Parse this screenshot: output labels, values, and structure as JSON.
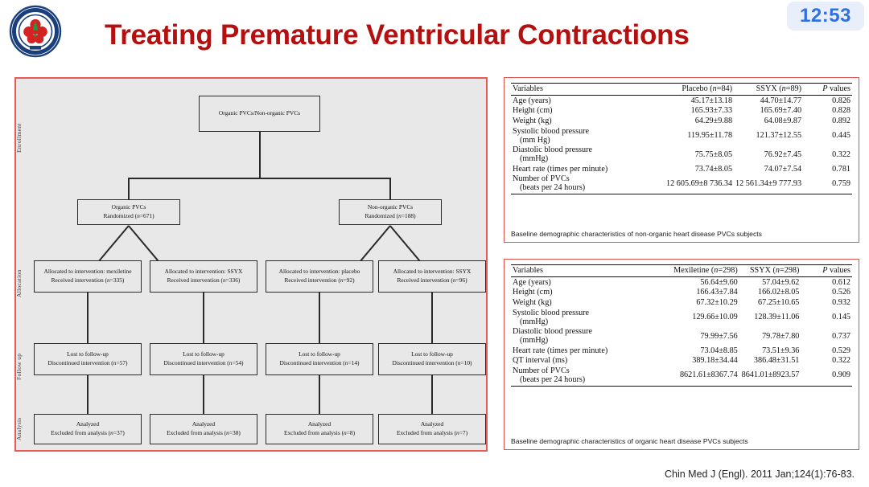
{
  "header": {
    "title": "Treating Premature Ventricular Contractions",
    "clock": "12:53",
    "logo_name": "university-seal-logo"
  },
  "citation": "Chin Med J (Engl). 2011 Jan;124(1):76-83.",
  "flowchart": {
    "stages": [
      "Enrollment",
      "Allocation",
      "Follow up",
      "Analysis"
    ],
    "nodes": {
      "root": {
        "line1": "Organic PVCs/Non-organic PVCs",
        "line2": ""
      },
      "rand_left": {
        "line1": "Organic PVCs",
        "line2": "Randomized (n=671)"
      },
      "rand_right": {
        "line1": "Non-organic PVCs",
        "line2": "Randomized (n=188)"
      },
      "alloc": [
        {
          "line1": "Allocated to intervention: mexiletine",
          "line2": "Received intervention (n=335)"
        },
        {
          "line1": "Allocated to intervention: SSYX",
          "line2": "Received intervention (n=336)"
        },
        {
          "line1": "Allocated to intervention: placebo",
          "line2": "Received intervention (n=92)"
        },
        {
          "line1": "Allocated to intervention: SSYX",
          "line2": "Received intervention (n=96)"
        }
      ],
      "followup": [
        {
          "line1": "Lost to follow-up",
          "line2": "Discontinued intervention (n=57)"
        },
        {
          "line1": "Lost to follow-up",
          "line2": "Discontinued intervention (n=54)"
        },
        {
          "line1": "Lost to follow-up",
          "line2": "Discontinued intervention (n=14)"
        },
        {
          "line1": "Lost to follow-up",
          "line2": "Discontinued intervention (n=10)"
        }
      ],
      "analysis": [
        {
          "line1": "Analyzed",
          "line2": "Excluded from analysis (n=37)"
        },
        {
          "line1": "Analyzed",
          "line2": "Excluded from analysis (n=38)"
        },
        {
          "line1": "Analyzed",
          "line2": "Excluded from analysis (n=8)"
        },
        {
          "line1": "Analyzed",
          "line2": "Excluded from analysis (n=7)"
        }
      ]
    }
  },
  "table1": {
    "caption": "Baseline demographic characteristics of non-organic heart disease PVCs subjects",
    "headers": [
      "Variables",
      "Placebo (n=84)",
      "SSYX (n=89)",
      "P values"
    ],
    "rows": [
      {
        "variable": "Age (years)",
        "sub": "",
        "c1": "45.17±13.18",
        "c2": "44.70±14.77",
        "p": "0.826"
      },
      {
        "variable": "Height (cm)",
        "sub": "",
        "c1": "165.93±7.33",
        "c2": "165.69±7.40",
        "p": "0.828"
      },
      {
        "variable": "Weight (kg)",
        "sub": "",
        "c1": "64.29±9.88",
        "c2": "64.08±9.87",
        "p": "0.892"
      },
      {
        "variable": "Systolic blood pressure",
        "sub": "(mm Hg)",
        "c1": "119.95±11.78",
        "c2": "121.37±12.55",
        "p": "0.445"
      },
      {
        "variable": "Diastolic blood pressure",
        "sub": "(mmHg)",
        "c1": "75.75±8.05",
        "c2": "76.92±7.45",
        "p": "0.322"
      },
      {
        "variable": "Heart rate (times per minute)",
        "sub": "",
        "c1": "73.74±8.05",
        "c2": "74.07±7.54",
        "p": "0.781"
      },
      {
        "variable": "Number of PVCs",
        "sub": "(beats per 24 hours)",
        "c1": "12 605.69±8 736.34",
        "c2": "12 561.34±9 777.93",
        "p": "0.759"
      }
    ]
  },
  "table2": {
    "caption": "Baseline demographic characteristics of organic heart disease PVCs subjects",
    "headers": [
      "Variables",
      "Mexiletine (n=298)",
      "SSYX (n=298)",
      "P values"
    ],
    "rows": [
      {
        "variable": "Age (years)",
        "sub": "",
        "c1": "56.64±9.60",
        "c2": "57.04±9.62",
        "p": "0.612"
      },
      {
        "variable": "Height (cm)",
        "sub": "",
        "c1": "166.43±7.84",
        "c2": "166.02±8.05",
        "p": "0.526"
      },
      {
        "variable": "Weight (kg)",
        "sub": "",
        "c1": "67.32±10.29",
        "c2": "67.25±10.65",
        "p": "0.932"
      },
      {
        "variable": "Systolic blood pressure",
        "sub": "(mmHg)",
        "c1": "129.66±10.09",
        "c2": "128.39±11.06",
        "p": "0.145"
      },
      {
        "variable": "Diastolic blood pressure",
        "sub": "(mmHg)",
        "c1": "79.99±7.56",
        "c2": "79.78±7.80",
        "p": "0.737"
      },
      {
        "variable": "Heart rate (times per minute)",
        "sub": "",
        "c1": "73.04±8.85",
        "c2": "73.51±9.36",
        "p": "0.529"
      },
      {
        "variable": "QT interval (ms)",
        "sub": "",
        "c1": "389.18±34.44",
        "c2": "386.48±31.51",
        "p": "0.322"
      },
      {
        "variable": "Number of PVCs",
        "sub": "(beats per 24 hours)",
        "c1": "8621.61±8367.74",
        "c2": "8641.01±8923.57",
        "p": "0.909"
      }
    ]
  },
  "colors": {
    "title_red": "#b51010",
    "frame_red": "#e0514d",
    "clock_blue": "#2f6fe0",
    "panel_gray": "#e8e8e8"
  }
}
